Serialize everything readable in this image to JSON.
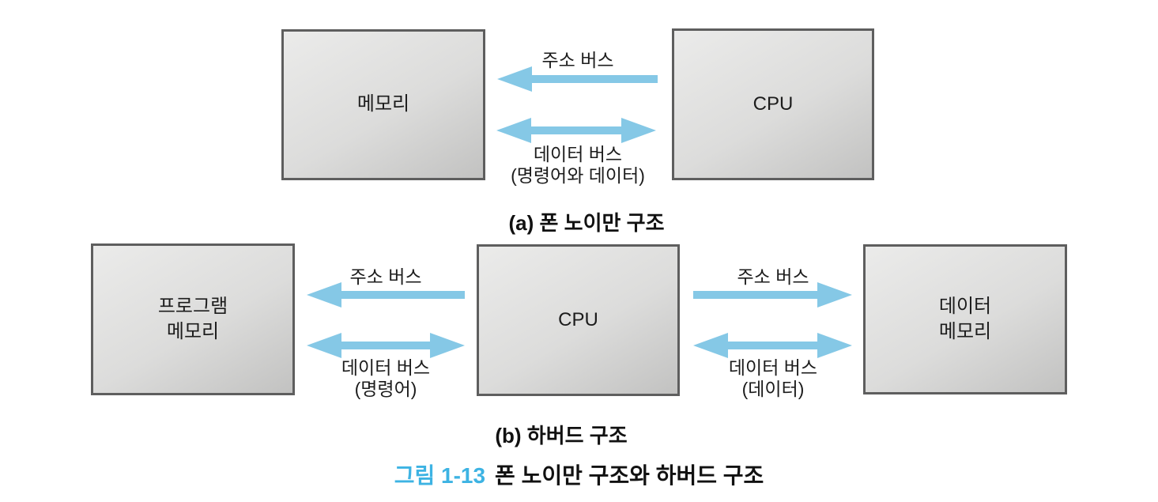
{
  "colors": {
    "arrow": "#85c8e6",
    "figure-label": "#3db3e3",
    "box-border": "#5e5e5e",
    "box-light": "#ebebea",
    "box-dark": "#c2c2c1",
    "text": "#1c1c1c"
  },
  "diagram_a": {
    "memory_box": "메모리",
    "cpu_box": "CPU",
    "address_bus_label": "주소 버스",
    "data_bus_label": "데이터 버스\n(명령어와 데이터)",
    "caption": "(a) 폰 노이만 구조"
  },
  "diagram_b": {
    "program_memory_box": "프로그램\n메모리",
    "cpu_box": "CPU",
    "left_address_bus_label": "주소 버스",
    "left_data_bus_label": "데이터 버스\n(명령어)",
    "right_address_bus_label": "주소 버스",
    "right_data_bus_label": "데이터 버스\n(데이터)",
    "data_memory_box": "데이터\n메모리",
    "caption": "(b) 하버드 구조"
  },
  "figure_caption": {
    "label": "그림 1-13",
    "title": "폰 노이만 구조와 하버드 구조"
  }
}
